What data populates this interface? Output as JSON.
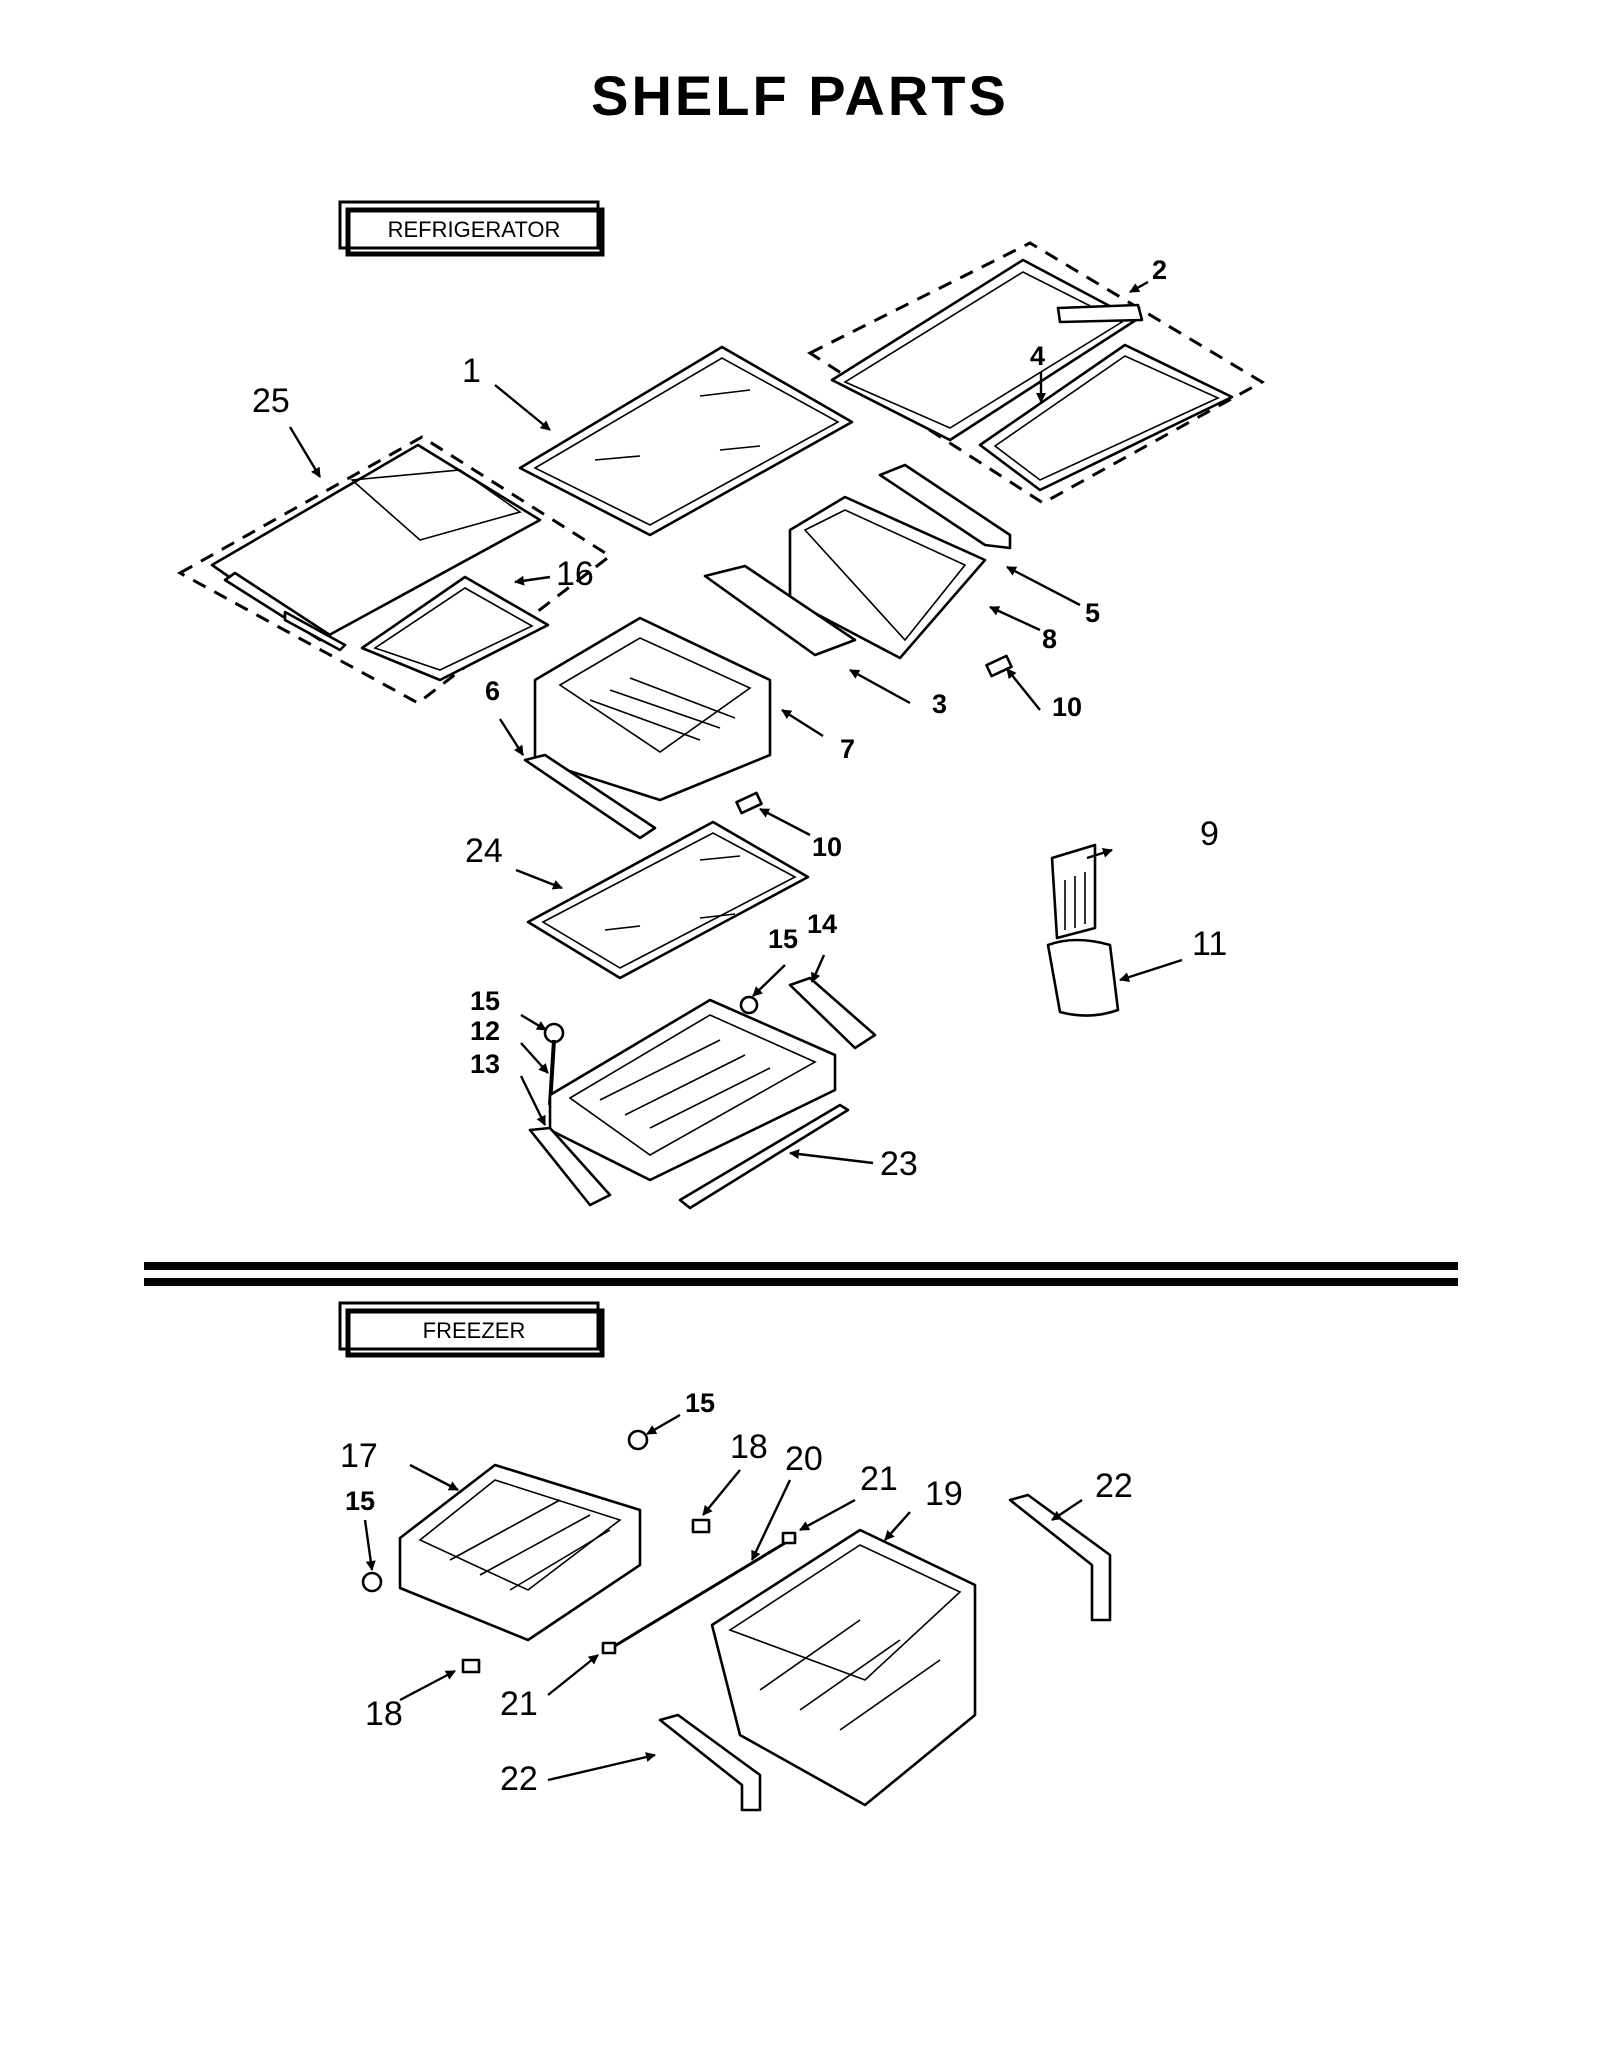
{
  "title": "SHELF PARTS",
  "sections": {
    "refrigerator": "REFRIGERATOR",
    "freezer": "FREEZER"
  },
  "callouts": {
    "c1": "1",
    "c2": "2",
    "c3": "3",
    "c4": "4",
    "c5": "5",
    "c6": "6",
    "c7": "7",
    "c8": "8",
    "c9": "9",
    "c10a": "10",
    "c10b": "10",
    "c11": "11",
    "c12": "12",
    "c13": "13",
    "c14": "14",
    "c15a": "15",
    "c15b": "15",
    "c16": "16",
    "c23": "23",
    "c24": "24",
    "c25": "25",
    "f15a": "15",
    "f15b": "15",
    "f17": "17",
    "f18a": "18",
    "f18b": "18",
    "f19": "19",
    "f20": "20",
    "f21a": "21",
    "f21b": "21",
    "f22a": "22",
    "f22b": "22"
  },
  "colors": {
    "ink": "#000000",
    "paper": "#ffffff"
  }
}
